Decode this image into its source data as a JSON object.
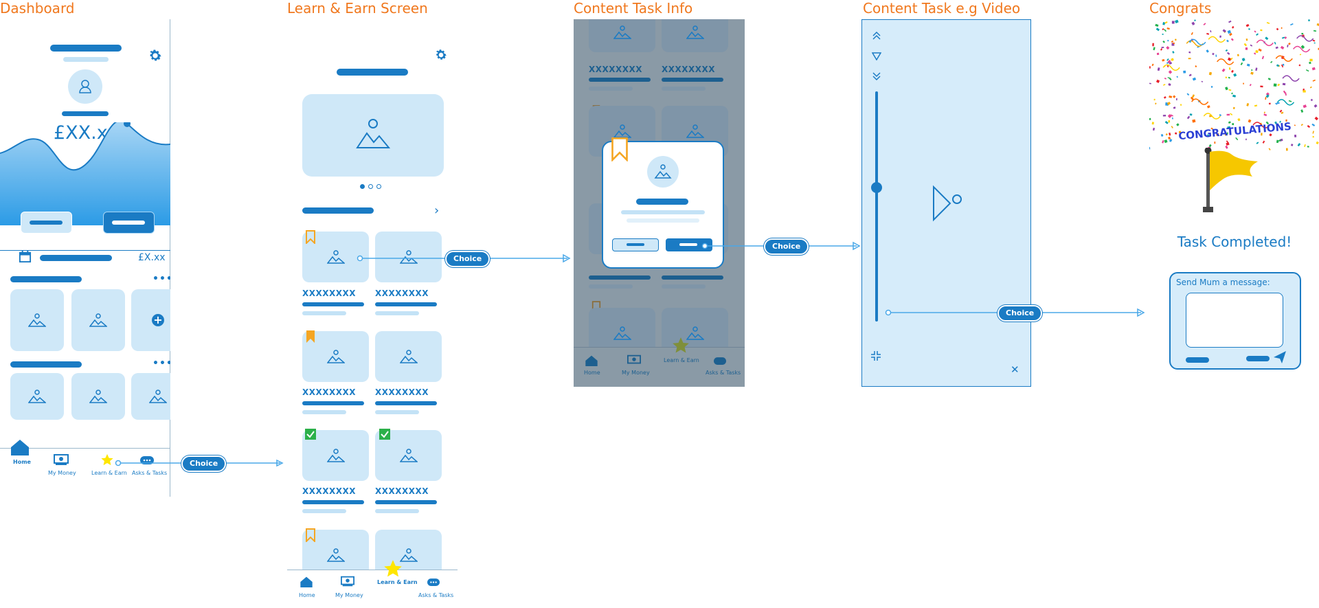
{
  "screens": {
    "dashboard": {
      "title": "Dashboard",
      "balance": "£XX.xx",
      "small_balance": "£X.xx",
      "nav": [
        "Home",
        "My Money",
        "Learn & Earn",
        "Asks & Tasks"
      ]
    },
    "learn_earn": {
      "title": "Learn & Earn Screen",
      "card_text": "XXXXXXXX",
      "nav": [
        "Home",
        "My Money",
        "Learn & Earn",
        "Asks & Tasks"
      ]
    },
    "content_task_info": {
      "title": "Content Task Info",
      "card_text": "XXXXXXXX",
      "nav": [
        "Home",
        "My Money",
        "Learn & Earn",
        "Asks & Tasks"
      ]
    },
    "content_task_video": {
      "title": "Content Task e.g Video"
    },
    "congrats": {
      "title": "Congrats",
      "banner_text": "CONGRATULATIONS",
      "task_completed": "Task Completed!",
      "message_label": "Send Mum a message:"
    }
  },
  "connectors": {
    "choice_label": "Choice"
  },
  "colors": {
    "title_orange": "#f0781e",
    "primary_blue": "#1a7bc4",
    "light_blue": "#cfe8f8",
    "bookmark_orange": "#f5a623",
    "check_green": "#2bb04a",
    "star_yellow": "#ffe600",
    "overlay_gray": "#8a9aa6"
  },
  "icons": [
    "settings-gear-icon",
    "avatar-icon",
    "image-placeholder-icon",
    "bookmark-icon",
    "check-icon",
    "star-icon",
    "home-icon",
    "money-icon",
    "chat-icon",
    "play-icon",
    "close-icon",
    "send-icon",
    "flag-icon",
    "calendar-icon",
    "plus-icon"
  ]
}
